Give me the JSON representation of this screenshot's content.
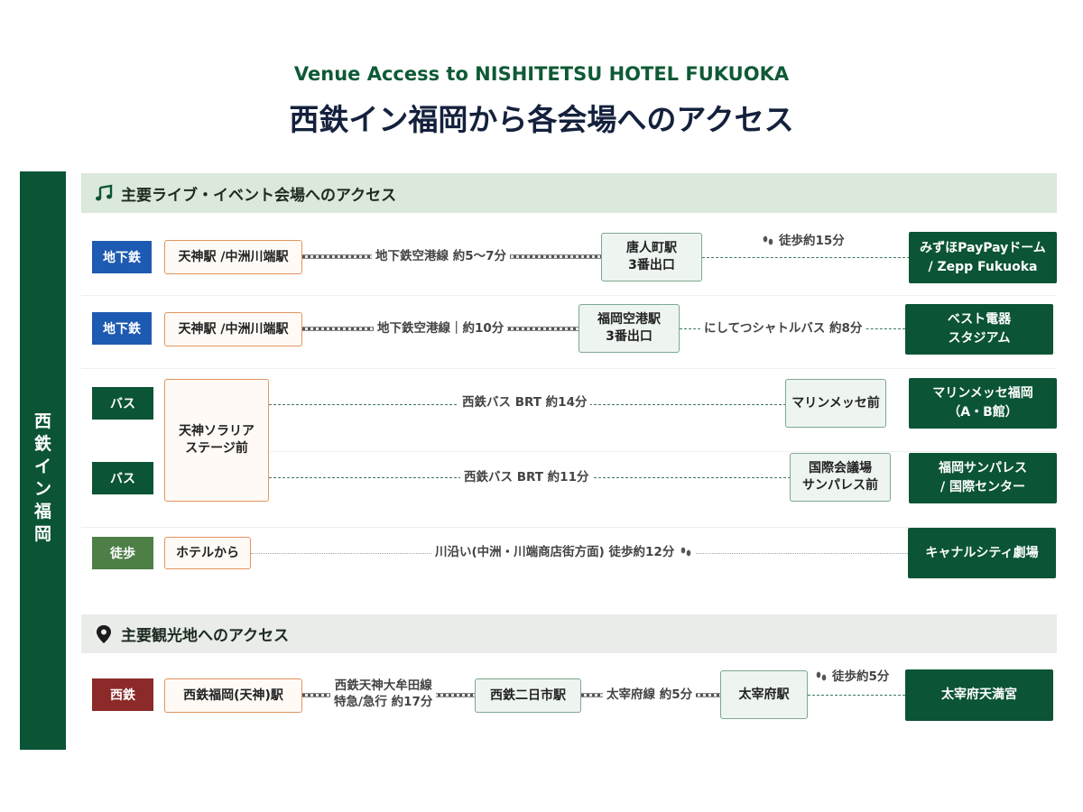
{
  "header": {
    "subtitle": "Venue Access to NISHITETSU HOTEL FUKUOKA",
    "title": "西鉄イン福岡から各会場へのアクセス"
  },
  "sidebar": {
    "label": "西鉄イン福岡"
  },
  "section_live": {
    "icon": "music-note-icon",
    "title": "主要ライブ・イベント会場へのアクセス",
    "routes": [
      {
        "mode": "地下鉄",
        "origin": "天神駅 /中洲川端駅",
        "leg1": "地下鉄空港線 約5〜7分",
        "transfer": [
          "唐人町駅",
          "3番出口"
        ],
        "leg2": "徒歩約15分",
        "destination": [
          "みずほPayPayドーム",
          "/ Zepp Fukuoka"
        ]
      },
      {
        "mode": "地下鉄",
        "origin": "天神駅 /中洲川端駅",
        "leg1": "地下鉄空港線｜約10分",
        "transfer": [
          "福岡空港駅",
          "3番出口"
        ],
        "leg2": "にしてつシャトルバス 約8分",
        "destination": [
          "ベスト電器",
          "スタジアム"
        ]
      },
      {
        "mode": "バス",
        "origin": [
          "天神ソラリア",
          "ステージ前"
        ],
        "leg1": "西鉄バス BRT 約14分",
        "transfer": [
          "マリンメッセ前"
        ],
        "destination": [
          "マリンメッセ福岡",
          "（A・B館）"
        ]
      },
      {
        "mode": "バス",
        "leg1": "西鉄バス BRT 約11分",
        "transfer": [
          "国際会議場",
          "サンパレス前"
        ],
        "destination": [
          "福岡サンパレス",
          "/ 国際センター"
        ]
      },
      {
        "mode": "徒歩",
        "origin": "ホテルから",
        "leg1": "川沿い(中洲・川端商店街方面) 徒歩約12分",
        "destination": [
          "キャナルシティ劇場"
        ]
      }
    ]
  },
  "section_sightseeing": {
    "icon": "map-pin-icon",
    "title": "主要観光地へのアクセス",
    "route": {
      "mode": "西鉄",
      "origin": "西鉄福岡(天神)駅",
      "leg1": [
        "西鉄天神大牟田線",
        "特急/急行 約17分"
      ],
      "transfer1": "西鉄二日市駅",
      "leg2": "太宰府線 約5分",
      "transfer2": "太宰府駅",
      "leg3": "徒歩約5分",
      "destination": "太宰府天満宮"
    }
  },
  "colors": {
    "brand_green": "#0b5435",
    "subway_blue": "#1d5ab1",
    "walk_green": "#4d7f47",
    "nishitetsu_red": "#8c2a2a",
    "origin_border": "#e3955f"
  }
}
